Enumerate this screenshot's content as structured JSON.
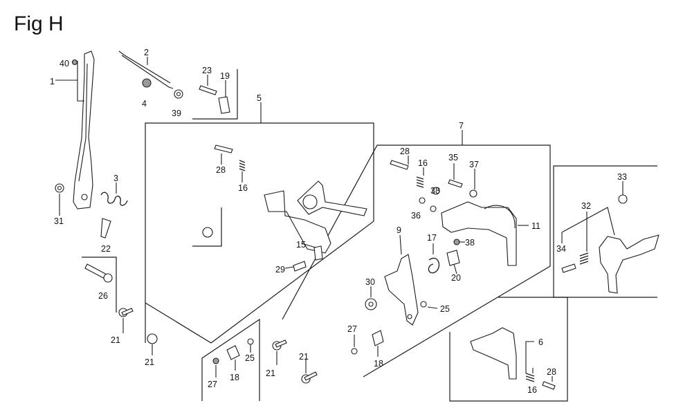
{
  "figure": {
    "title": "Fig H",
    "callouts": {
      "c1": "1",
      "c40": "40",
      "c2": "2",
      "c4": "4",
      "c39": "39",
      "c23": "23",
      "c19": "19",
      "c5": "5",
      "c28a": "28",
      "c16a": "16",
      "c3": "3",
      "c31": "31",
      "c22": "22",
      "c26": "26",
      "c21a": "21",
      "c21b": "21",
      "c15": "15",
      "c29": "29",
      "c27a": "27",
      "c18a": "18",
      "c25a": "25",
      "c21c": "21",
      "c21d": "21",
      "c7": "7",
      "c28b": "28",
      "c16b": "16",
      "c35": "35",
      "c37": "37",
      "c38a": "38",
      "c36": "36",
      "c11": "11",
      "c9": "9",
      "c17": "17",
      "c38b": "38",
      "c20": "20",
      "c30": "30",
      "c25b": "25",
      "c27b": "27",
      "c18b": "18",
      "c33": "33",
      "c32": "32",
      "c34": "34",
      "c6": "6",
      "c16c": "16",
      "c28c": "28"
    }
  }
}
